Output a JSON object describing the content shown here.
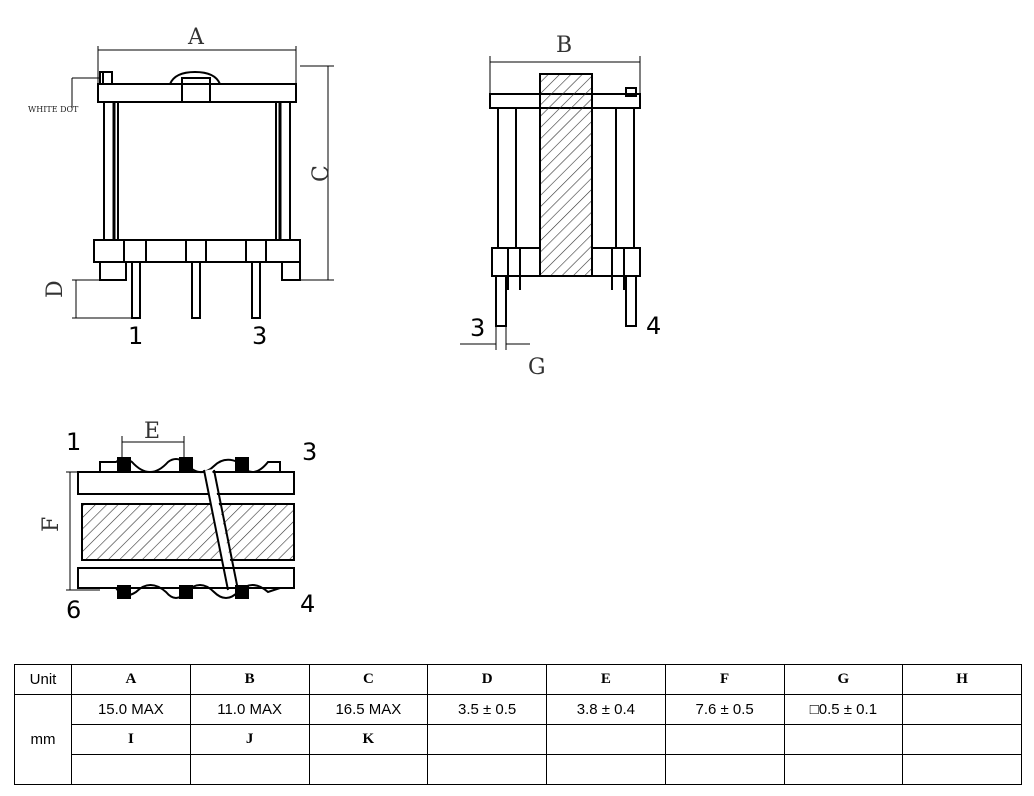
{
  "drawing": {
    "dim_labels": {
      "A": "A",
      "B": "B",
      "C": "C",
      "D": "D",
      "E": "E",
      "F": "F",
      "G": "G"
    },
    "side_text": "WHITE DOT",
    "front_pins": {
      "left": "1",
      "right": "3"
    },
    "side_pins": {
      "left": "3",
      "right": "4"
    },
    "bottom_pins": {
      "top_left": "1",
      "top_right": "3",
      "bottom_left": "6",
      "bottom_right": "4"
    }
  },
  "table": {
    "unit_header": "Unit",
    "unit_value": "mm",
    "headers_row1": [
      "A",
      "B",
      "C",
      "D",
      "E",
      "F",
      "G",
      "H"
    ],
    "values_row1": [
      "15.0 MAX",
      "11.0 MAX",
      "16.5 MAX",
      "3.5 ± 0.5",
      "3.8 ± 0.4",
      "7.6 ± 0.5",
      "□0.5 ± 0.1",
      ""
    ],
    "headers_row2": [
      "I",
      "J",
      "K",
      "",
      "",
      "",
      "",
      ""
    ],
    "values_row2": [
      "",
      "",
      "",
      "",
      "",
      "",
      "",
      ""
    ]
  }
}
